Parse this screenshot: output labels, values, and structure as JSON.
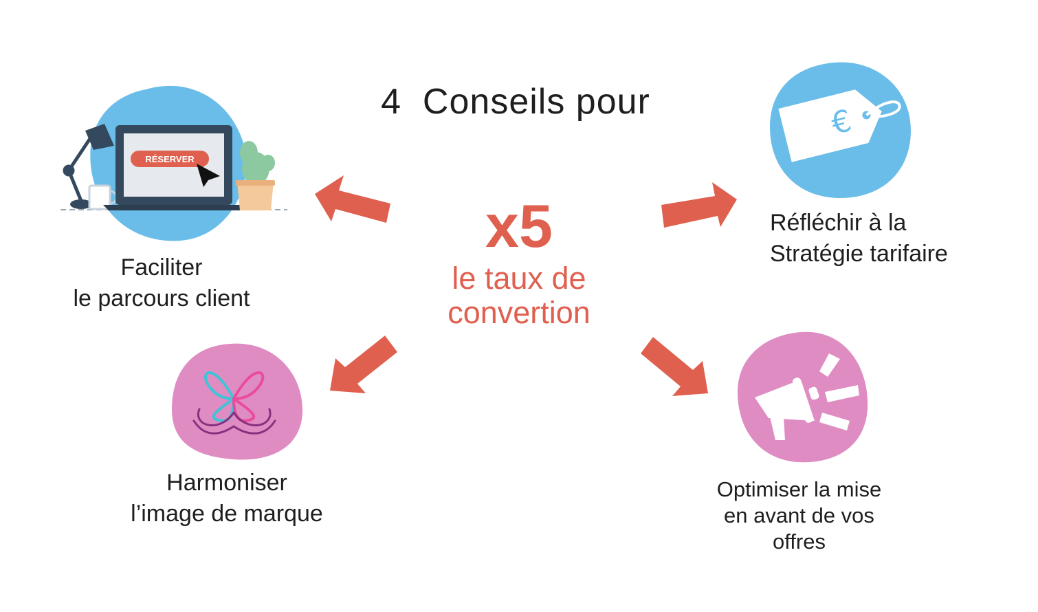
{
  "title": "4  Conseils pour",
  "center": {
    "multiplier": "x5",
    "line1": "le taux de",
    "line2": "convertion"
  },
  "tips": {
    "parcours": {
      "line1": "Faciliter",
      "line2": "le parcours client",
      "button_label": "RÉSERVER"
    },
    "tarifaire": {
      "line1": "Réfléchir à la",
      "line2": "Stratégie tarifaire",
      "currency_symbol": "€"
    },
    "image": {
      "line1": "Harmoniser",
      "line2": "l’image de marque"
    },
    "offres": {
      "line1": "Optimiser la mise",
      "line2": "en avant de vos",
      "line3": "offres"
    }
  },
  "colors": {
    "accent": "#e0604f",
    "blue_blob": "#6bbde9",
    "pink_blob": "#df8cc2",
    "text": "#1e1e1e"
  },
  "icons": [
    "laptop-icon",
    "price-tag-icon",
    "butterfly-logo-icon",
    "megaphone-icon",
    "arrow-icon"
  ]
}
